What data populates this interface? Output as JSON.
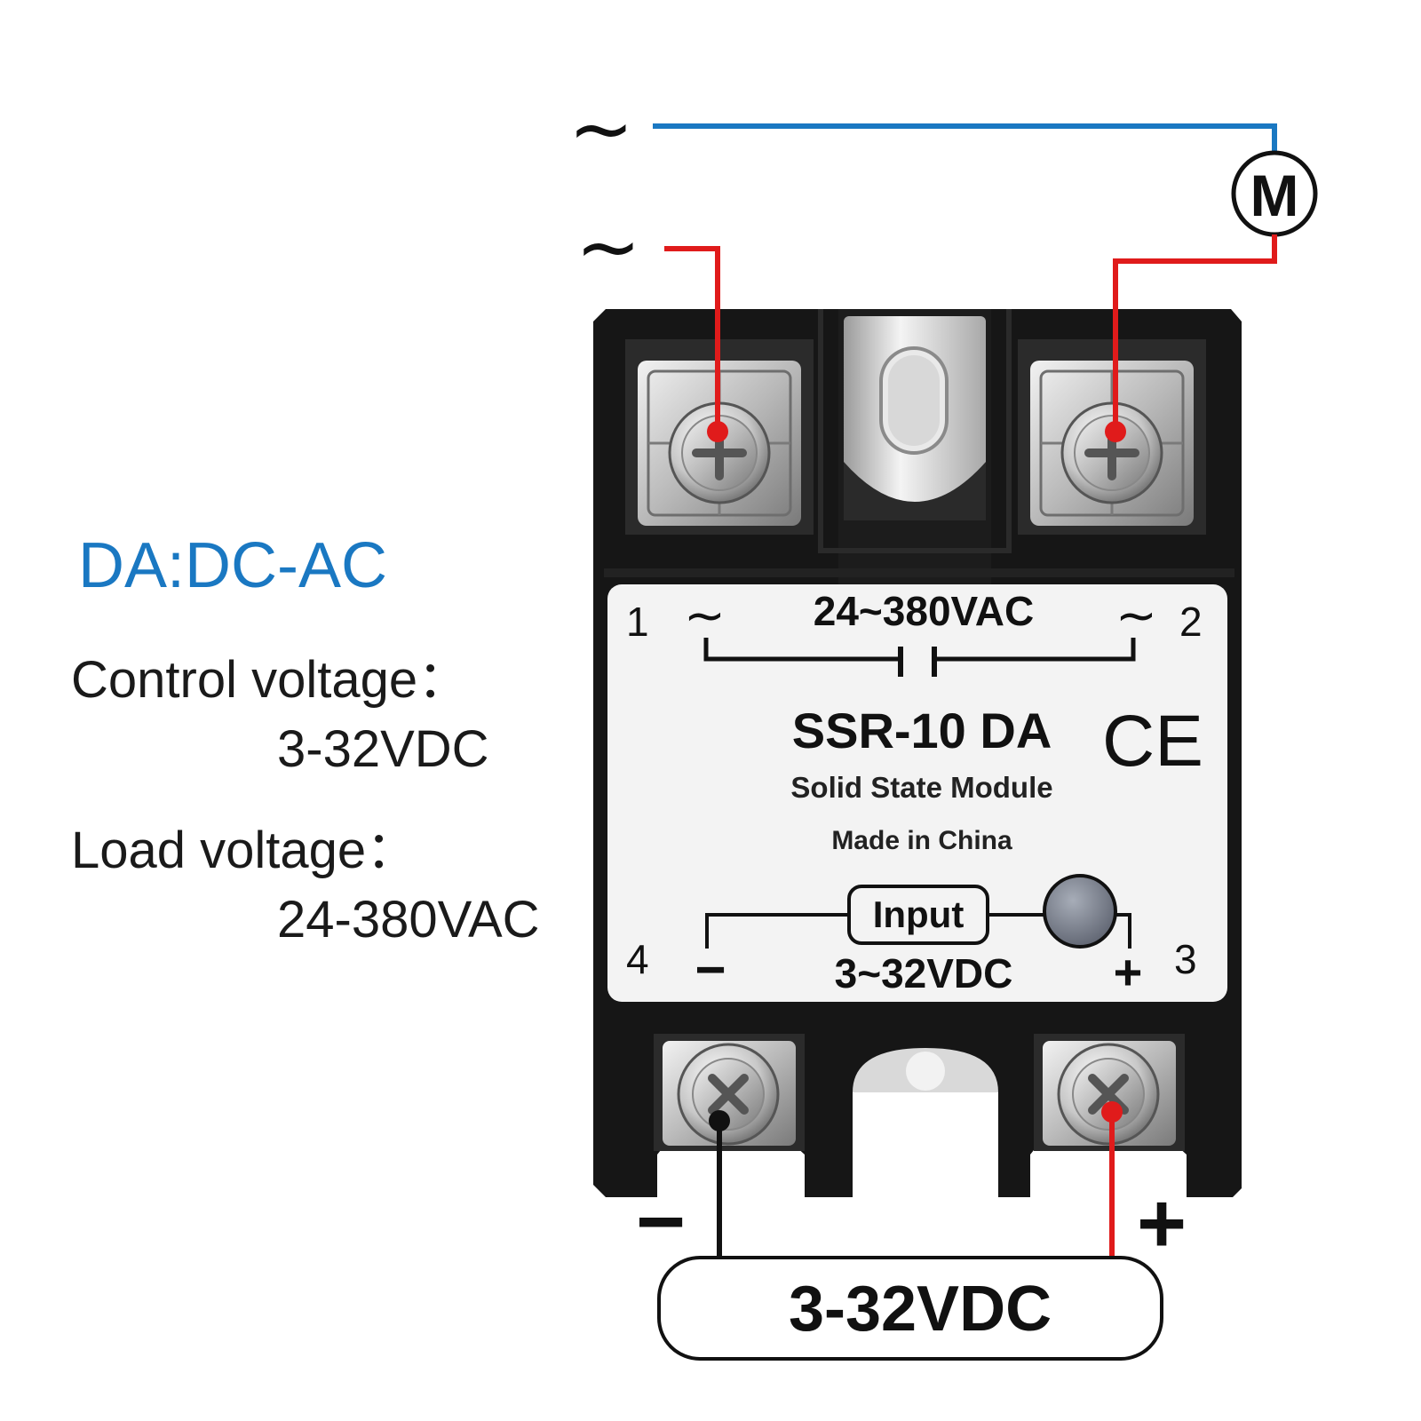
{
  "diagram": {
    "spec_title": "DA:DC-AC",
    "control_voltage_label": "Control voltage：",
    "control_voltage_value": "3-32VDC",
    "load_voltage_label": "Load voltage：",
    "load_voltage_value": "24-380VAC",
    "ac_symbol_top": "~",
    "ac_symbol_bottom": "~",
    "motor_label": "M",
    "source_box_label": "3-32VDC",
    "minus_sign": "−",
    "plus_sign": "+",
    "wire_colors": {
      "ac_line": "#1a78c2",
      "load_wire": "#e01b1b",
      "dc_negative": "#111111",
      "dc_positive": "#e01b1b"
    }
  },
  "module": {
    "load_rating": "24~380VAC",
    "terminal_1": "1",
    "terminal_2": "2",
    "terminal_3": "3",
    "terminal_4": "4",
    "tilde_left": "~",
    "tilde_right": "~",
    "model": "SSR-10 DA",
    "subtitle": "Solid State Module",
    "origin": "Made in China",
    "cert_mark": "CE",
    "input_label": "Input",
    "input_rating": "3~32VDC",
    "minus_mark": "−",
    "plus_mark": "+",
    "body_color": "#151515",
    "label_color": "#f3f3f3"
  }
}
